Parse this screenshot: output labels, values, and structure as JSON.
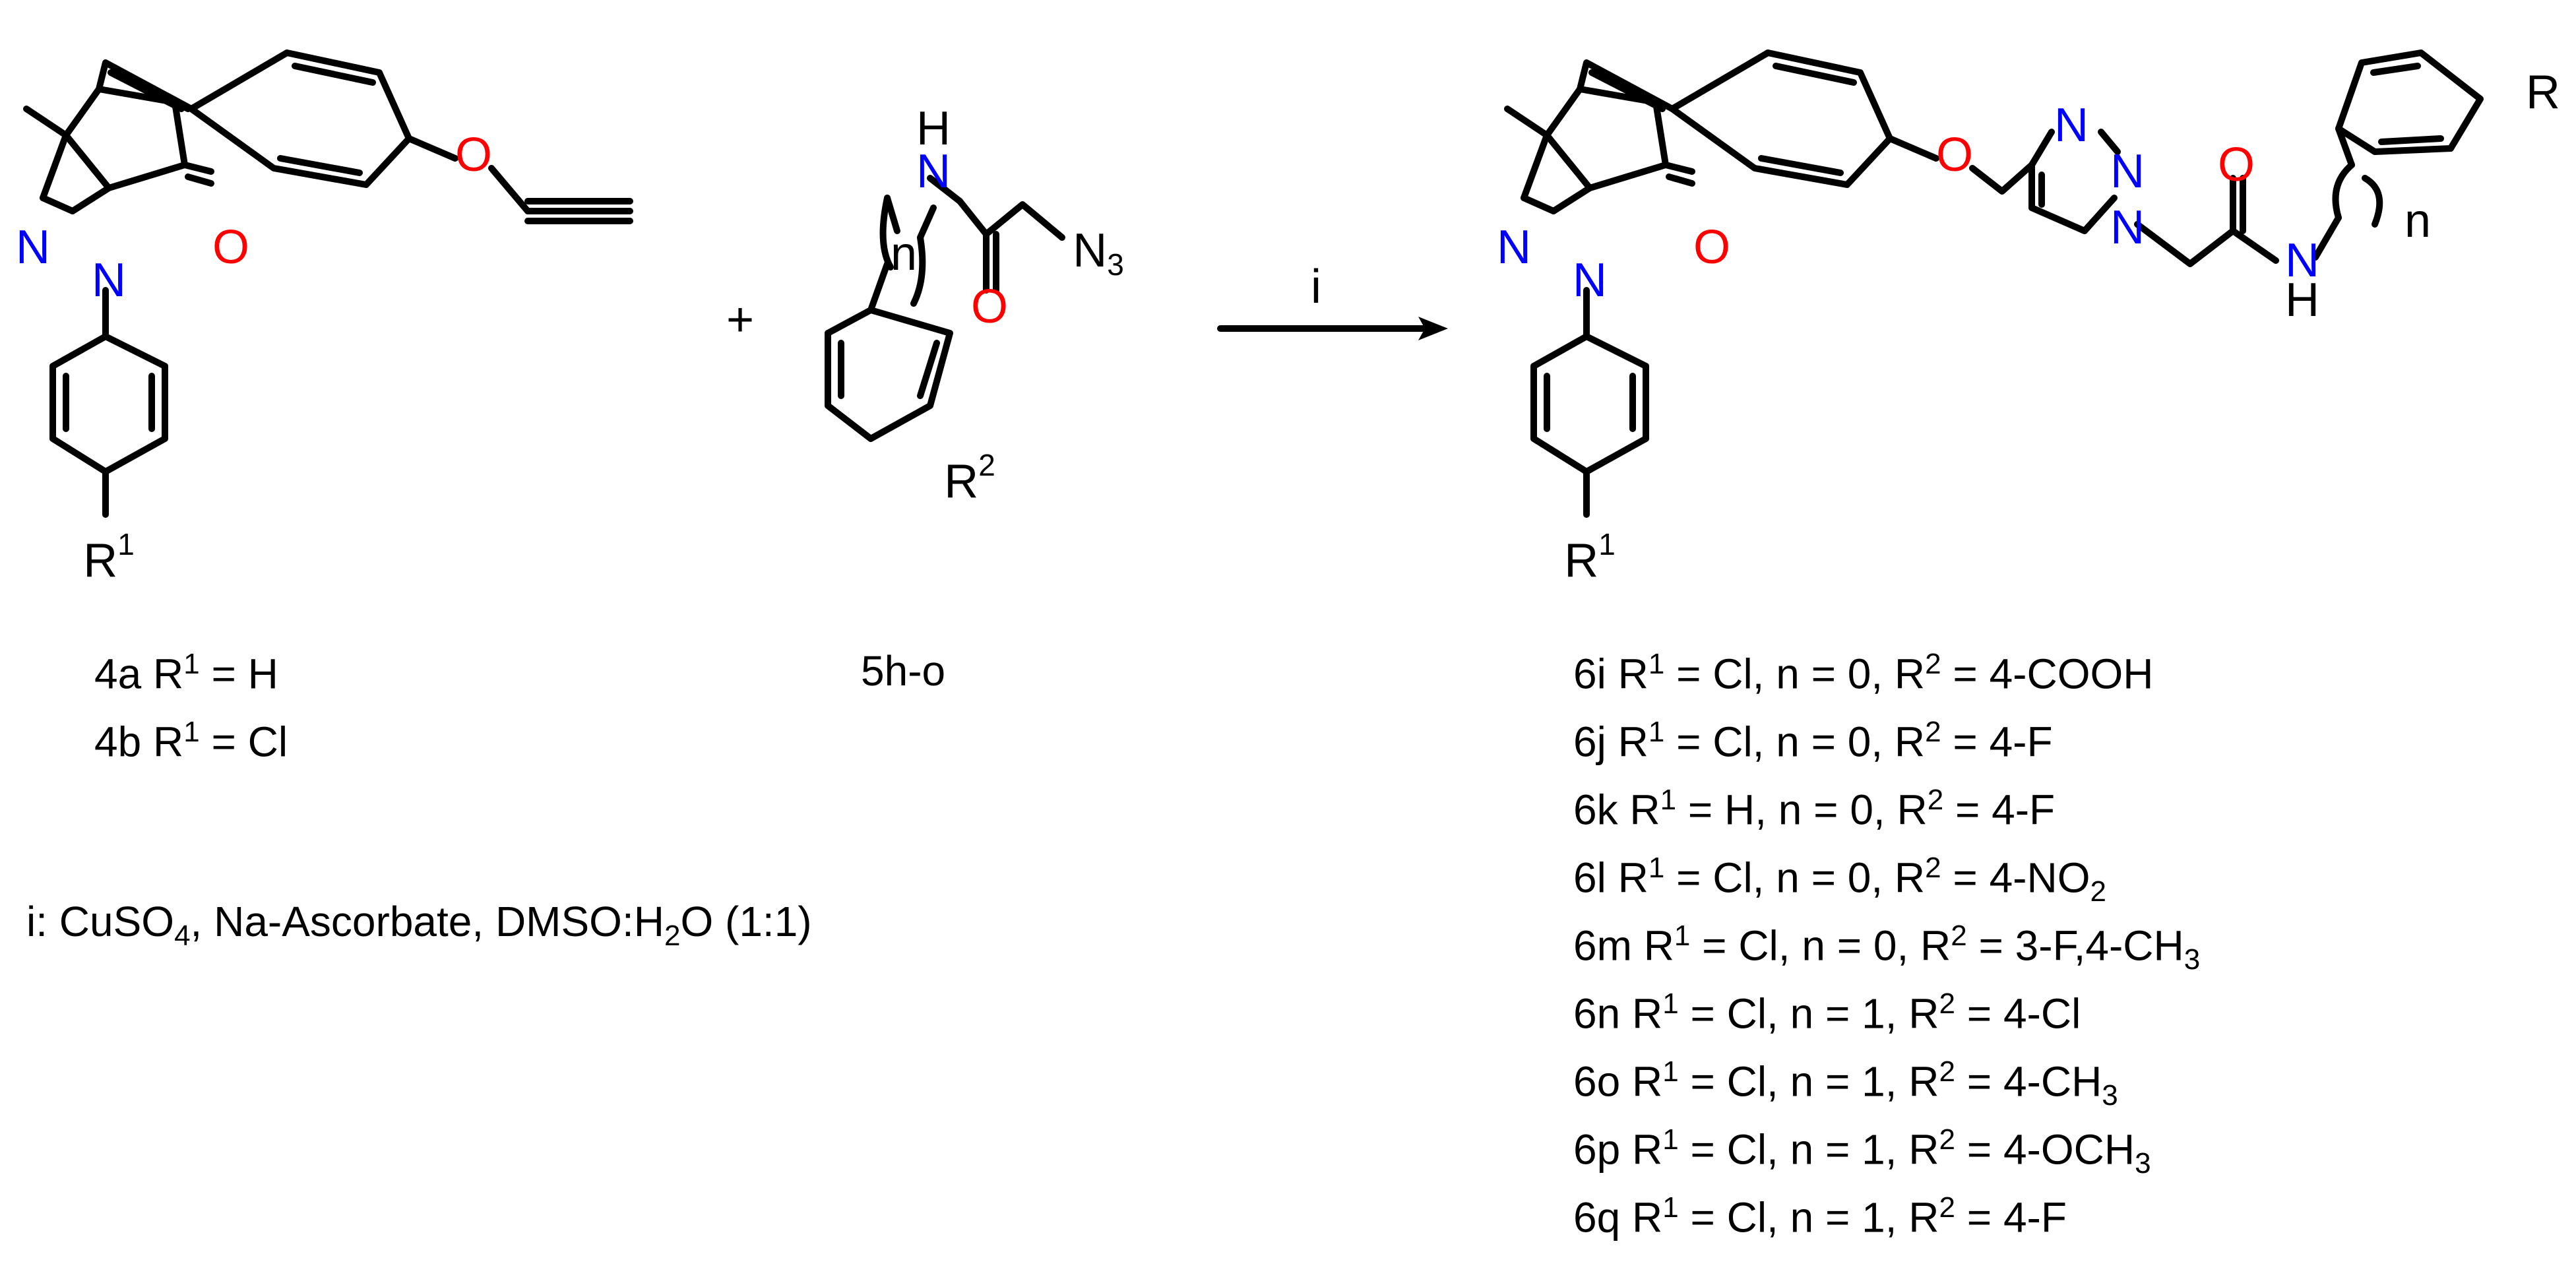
{
  "colors": {
    "oxygen": "#ff0000",
    "nitrogen": "#0000ff",
    "bond": "#000000"
  },
  "reactant1": {
    "atoms": {
      "o_carbonyl": "O",
      "o_ether": "O",
      "n1": "N",
      "n2": "N",
      "r1": "R",
      "r1_sup": "1"
    },
    "variants": [
      {
        "id": "4a",
        "r": "R",
        "sup": "1",
        "rest": " = H"
      },
      {
        "id": "4b",
        "r": "R",
        "sup": "1",
        "rest": " = Cl"
      }
    ]
  },
  "plus": "+",
  "reactant2": {
    "label": "5h-o",
    "atoms": {
      "h": "H",
      "n": "N",
      "n_index": "n",
      "o": "O",
      "n3": "N",
      "n3_sub": "3",
      "r2": "R",
      "r2_sup": "2"
    }
  },
  "arrow": {
    "label": "i"
  },
  "conditions": {
    "prefix": "i: CuSO",
    "sub1": "4",
    "mid": ", Na-Ascorbate, DMSO:H",
    "sub2": "2",
    "suffix": "O (1:1)"
  },
  "product": {
    "atoms": {
      "o_carbonyl": "O",
      "o_ether": "O",
      "o_amide": "O",
      "n1": "N",
      "n2": "N",
      "t1": "N",
      "t2": "N",
      "t3": "N",
      "amide_n": "N",
      "amide_h": "H",
      "n_index": "n",
      "r": "R",
      "r1": "R",
      "r1_sup": "1"
    },
    "variants": [
      {
        "id": "6i",
        "p1": " R",
        "s1": "1",
        "p2": " = Cl, n = 0, R",
        "s2": "2",
        "p3": " = 4-COOH"
      },
      {
        "id": "6j",
        "p1": " R",
        "s1": "1",
        "p2": " = Cl, n = 0, R",
        "s2": "2",
        "p3": " = 4-F"
      },
      {
        "id": "6k",
        "p1": " R",
        "s1": "1",
        "p2": " = H, n = 0, R",
        "s2": "2",
        "p3": " = 4-F"
      },
      {
        "id": "6l",
        "p1": " R",
        "s1": "1",
        "p2": " = Cl, n = 0, R",
        "s2": "2",
        "p3": " = 4-NO",
        "sub": "2"
      },
      {
        "id": "6m",
        "p1": " R",
        "s1": "1",
        "p2": " = Cl, n = 0, R",
        "s2": "2",
        "p3": " = 3-F,4-CH",
        "sub": "3"
      },
      {
        "id": "6n",
        "p1": " R",
        "s1": "1",
        "p2": " = Cl, n = 1, R",
        "s2": "2",
        "p3": " = 4-Cl"
      },
      {
        "id": "6o",
        "p1": " R",
        "s1": "1",
        "p2": " = Cl, n = 1, R",
        "s2": "2",
        "p3": " = 4-CH",
        "sub": "3"
      },
      {
        "id": "6p",
        "p1": " R",
        "s1": "1",
        "p2": " = Cl, n = 1, R",
        "s2": "2",
        "p3": " = 4-OCH",
        "sub": "3"
      },
      {
        "id": "6q",
        "p1": " R",
        "s1": "1",
        "p2": " = Cl, n = 1, R",
        "s2": "2",
        "p3": " = 4-F"
      }
    ]
  }
}
